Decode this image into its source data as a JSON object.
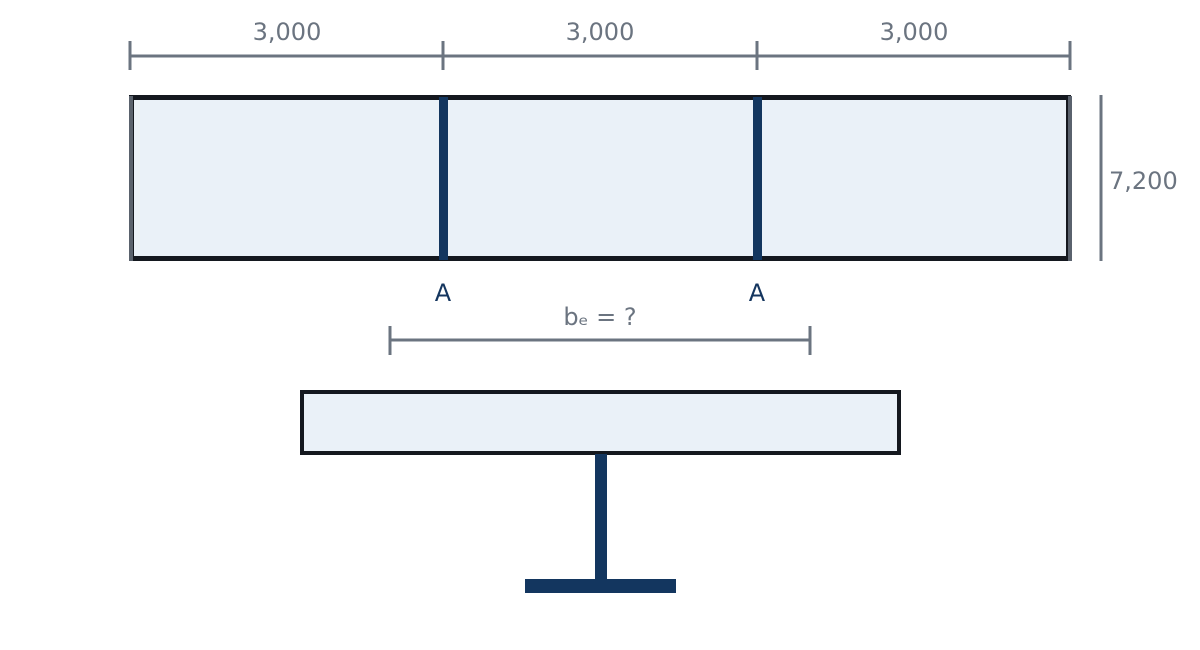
{
  "colors": {
    "dimension": "#6b7480",
    "outline": "#14181f",
    "slab_fill": "#eaf1f8",
    "beam": "#13365f"
  },
  "plan": {
    "spans": [
      "3,000",
      "3,000",
      "3,000"
    ],
    "width_label": "7,200",
    "beam_labels": [
      "A",
      "A"
    ]
  },
  "section": {
    "effective_width_label": "bₑ = ?"
  }
}
